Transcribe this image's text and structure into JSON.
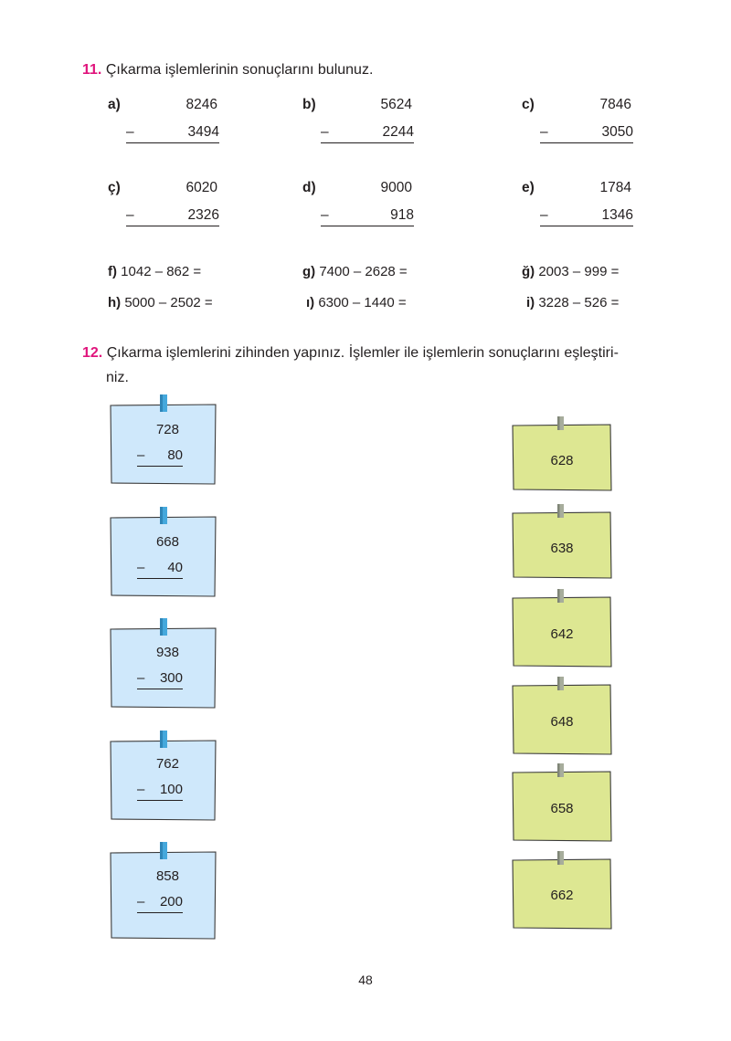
{
  "q11": {
    "number": "11.",
    "instruction": "Çıkarma işlemlerinin sonuçlarını bulunuz.",
    "vertical": [
      {
        "label": "a)",
        "top": "8246",
        "op": "–",
        "bottom": "3494"
      },
      {
        "label": "b)",
        "top": "5624",
        "op": "–",
        "bottom": "2244"
      },
      {
        "label": "c)",
        "top": "7846",
        "op": "–",
        "bottom": "3050"
      },
      {
        "label": "ç)",
        "top": "6020",
        "op": "–",
        "bottom": "2326"
      },
      {
        "label": "d)",
        "top": "9000",
        "op": "–",
        "bottom": "918"
      },
      {
        "label": "e)",
        "top": "1784",
        "op": "–",
        "bottom": "1346"
      }
    ],
    "horizontal": [
      {
        "label": "f)",
        "expr": "1042 – 862 ="
      },
      {
        "label": "g)",
        "expr": "7400 – 2628 ="
      },
      {
        "label": "ğ)",
        "expr": "2003 – 999 ="
      },
      {
        "label": "h)",
        "expr": "5000 – 2502 ="
      },
      {
        "label": "ı)",
        "expr": "6300 – 1440 ="
      },
      {
        "label": "i)",
        "expr": "3228 – 526 ="
      }
    ]
  },
  "q12": {
    "number": "12.",
    "instruction_line1": "Çıkarma işlemlerini zihinden yapınız. İşlemler ile işlemlerin sonuçlarını eşleştiri-",
    "instruction_line2": "niz.",
    "operations": [
      {
        "top": "728",
        "op": "–",
        "bottom": "80"
      },
      {
        "top": "668",
        "op": "–",
        "bottom": "40"
      },
      {
        "top": "938",
        "op": "–",
        "bottom": "300"
      },
      {
        "top": "762",
        "op": "–",
        "bottom": "100"
      },
      {
        "top": "858",
        "op": "–",
        "bottom": "200"
      }
    ],
    "results": [
      "628",
      "638",
      "642",
      "648",
      "658",
      "662"
    ]
  },
  "colors": {
    "accent": "#e0147c",
    "blue_note": "#cfe8fb",
    "green_note": "#dde792",
    "pin": "#45a8dc"
  },
  "page_number": "48"
}
